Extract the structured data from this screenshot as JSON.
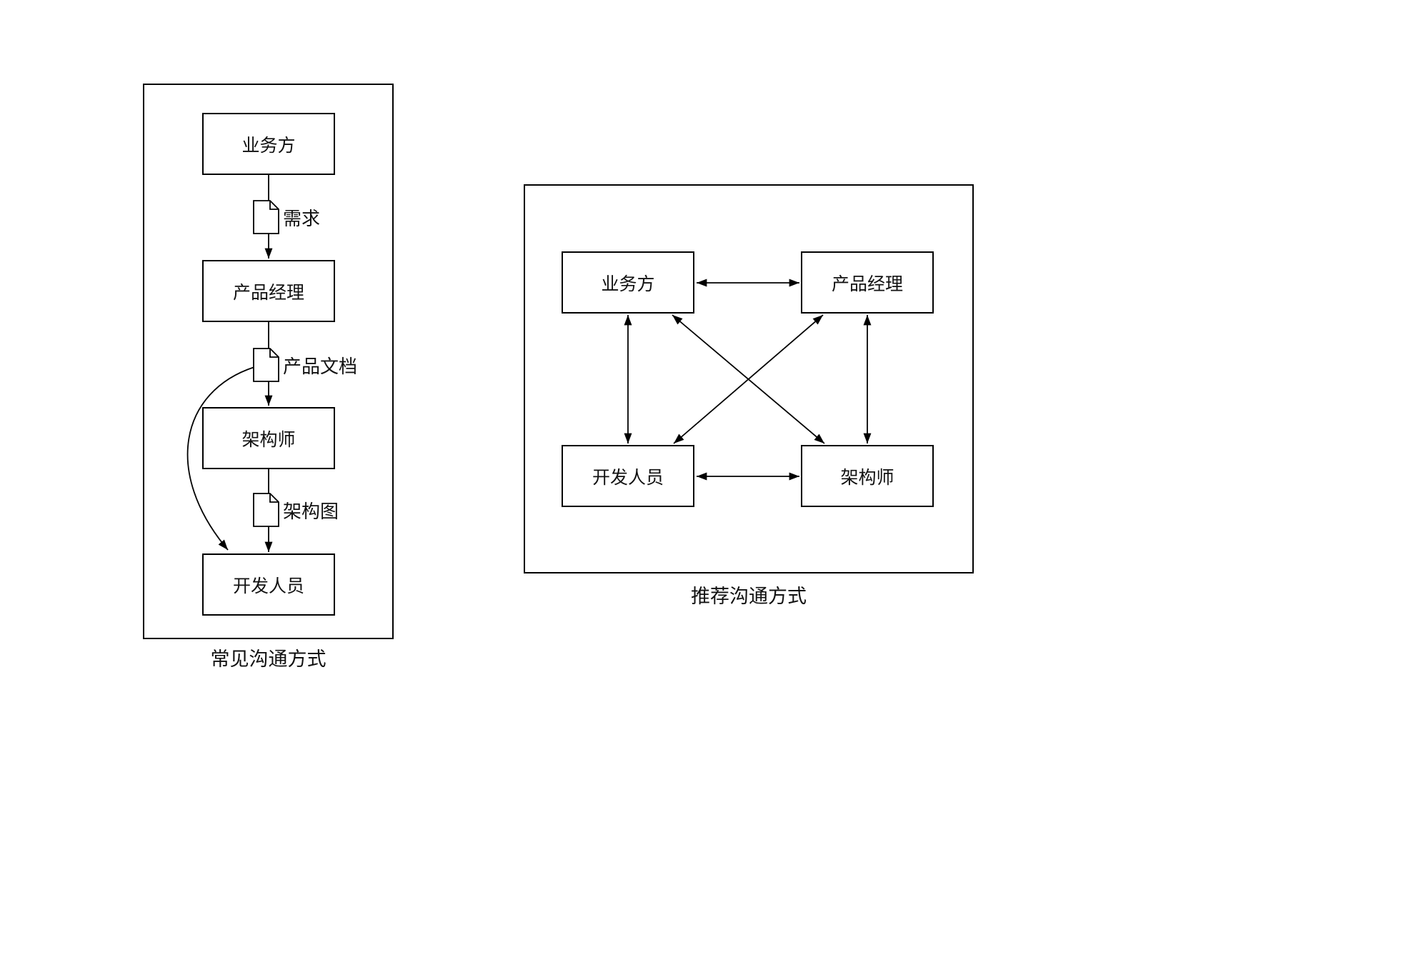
{
  "left_panel": {
    "caption": "常见沟通方式",
    "boxes": {
      "business": {
        "label": "业务方"
      },
      "pm": {
        "label": "产品经理"
      },
      "architect": {
        "label": "架构师"
      },
      "developer": {
        "label": "开发人员"
      }
    },
    "documents": {
      "requirement": {
        "label": "需求"
      },
      "product_doc": {
        "label": "产品文档"
      },
      "architecture_diagram": {
        "label": "架构图"
      }
    }
  },
  "right_panel": {
    "caption": "推荐沟通方式",
    "boxes": {
      "business": {
        "label": "业务方"
      },
      "pm": {
        "label": "产品经理"
      },
      "developer": {
        "label": "开发人员"
      },
      "architect": {
        "label": "架构师"
      }
    }
  },
  "colors": {
    "stroke": "#000000",
    "background": "#ffffff"
  }
}
